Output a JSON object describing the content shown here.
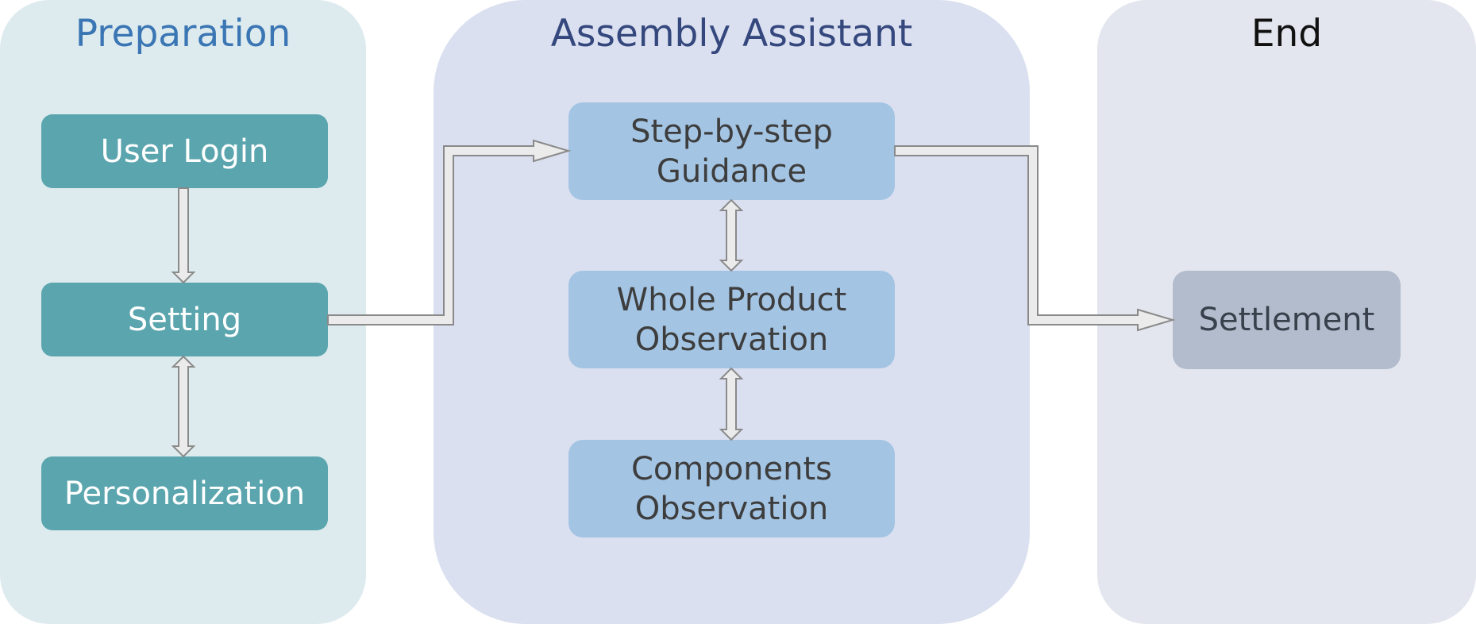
{
  "panels": {
    "preparation": {
      "title": "Preparation",
      "nodes": {
        "user_login": "User Login",
        "setting": "Setting",
        "personalization": "Personalization"
      }
    },
    "assembly": {
      "title": "Assembly Assistant",
      "nodes": {
        "step_guidance": "Step-by-step Guidance",
        "whole_product": "Whole Product Observation",
        "components": "Components Observation"
      }
    },
    "end": {
      "title": "End",
      "nodes": {
        "settlement": "Settlement"
      }
    }
  },
  "colors": {
    "preparation_panel": "#deebee",
    "assembly_panel": "#dbe0f0",
    "end_panel": "#e3e6ee",
    "teal_node": "#5aa5ae",
    "blue_node": "#a3c4e3",
    "grey_node": "#b2bccc",
    "preparation_title": "#3a76b4",
    "assembly_title": "#34487e",
    "arrow_fill": "#ebebeb",
    "arrow_stroke": "#8a8a8a"
  }
}
